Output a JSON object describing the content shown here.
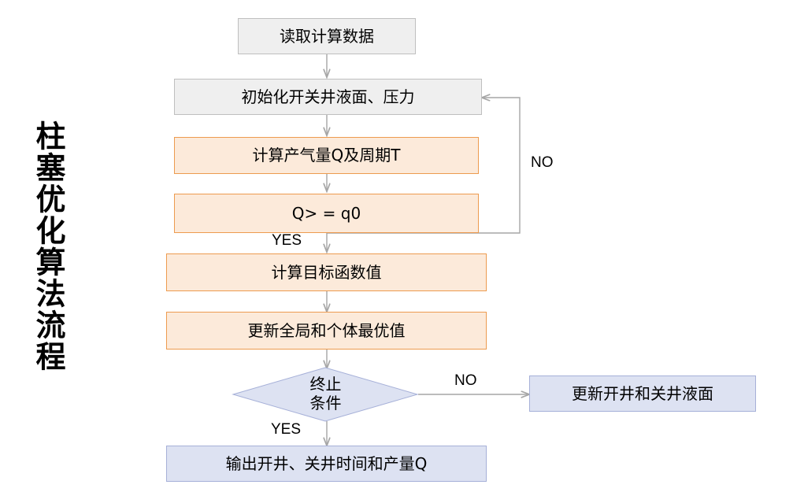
{
  "title": {
    "vertical_text": "柱塞优化算法流程"
  },
  "colors": {
    "grey_fill": "#EFEFEF",
    "grey_border": "#BFBFBF",
    "orange_fill": "#FCEADA",
    "orange_border": "#ED9B4F",
    "blue_fill": "#DDE2F2",
    "blue_border": "#A6B0D8",
    "connector": "#A6A6A6",
    "text": "#000000"
  },
  "nodes": [
    {
      "id": "read-data",
      "label": "读取计算数据",
      "shape": "rect",
      "style": "grey"
    },
    {
      "id": "init",
      "label": "初始化开关井液面、压力",
      "shape": "rect",
      "style": "grey"
    },
    {
      "id": "calc-q-t",
      "label": "计算产气量Q及周期T",
      "shape": "rect",
      "style": "orange"
    },
    {
      "id": "check-q",
      "label": "Q> = q0",
      "shape": "rect",
      "style": "orange"
    },
    {
      "id": "calc-objective",
      "label": "计算目标函数值",
      "shape": "rect",
      "style": "orange"
    },
    {
      "id": "update-best",
      "label": "更新全局和个体最优值",
      "shape": "rect",
      "style": "orange"
    },
    {
      "id": "stop-condition",
      "label_line1": "终止",
      "label_line2": "条件",
      "shape": "diamond",
      "style": "blue"
    },
    {
      "id": "update-levels",
      "label": "更新开井和关井液面",
      "shape": "rect",
      "style": "blue"
    },
    {
      "id": "output",
      "label": "输出开井、关井时间和产量Q",
      "shape": "rect",
      "style": "blue"
    }
  ],
  "edge_labels": {
    "check_q_no": "NO",
    "check_q_yes": "YES",
    "stop_no": "NO",
    "stop_yes": "YES"
  }
}
